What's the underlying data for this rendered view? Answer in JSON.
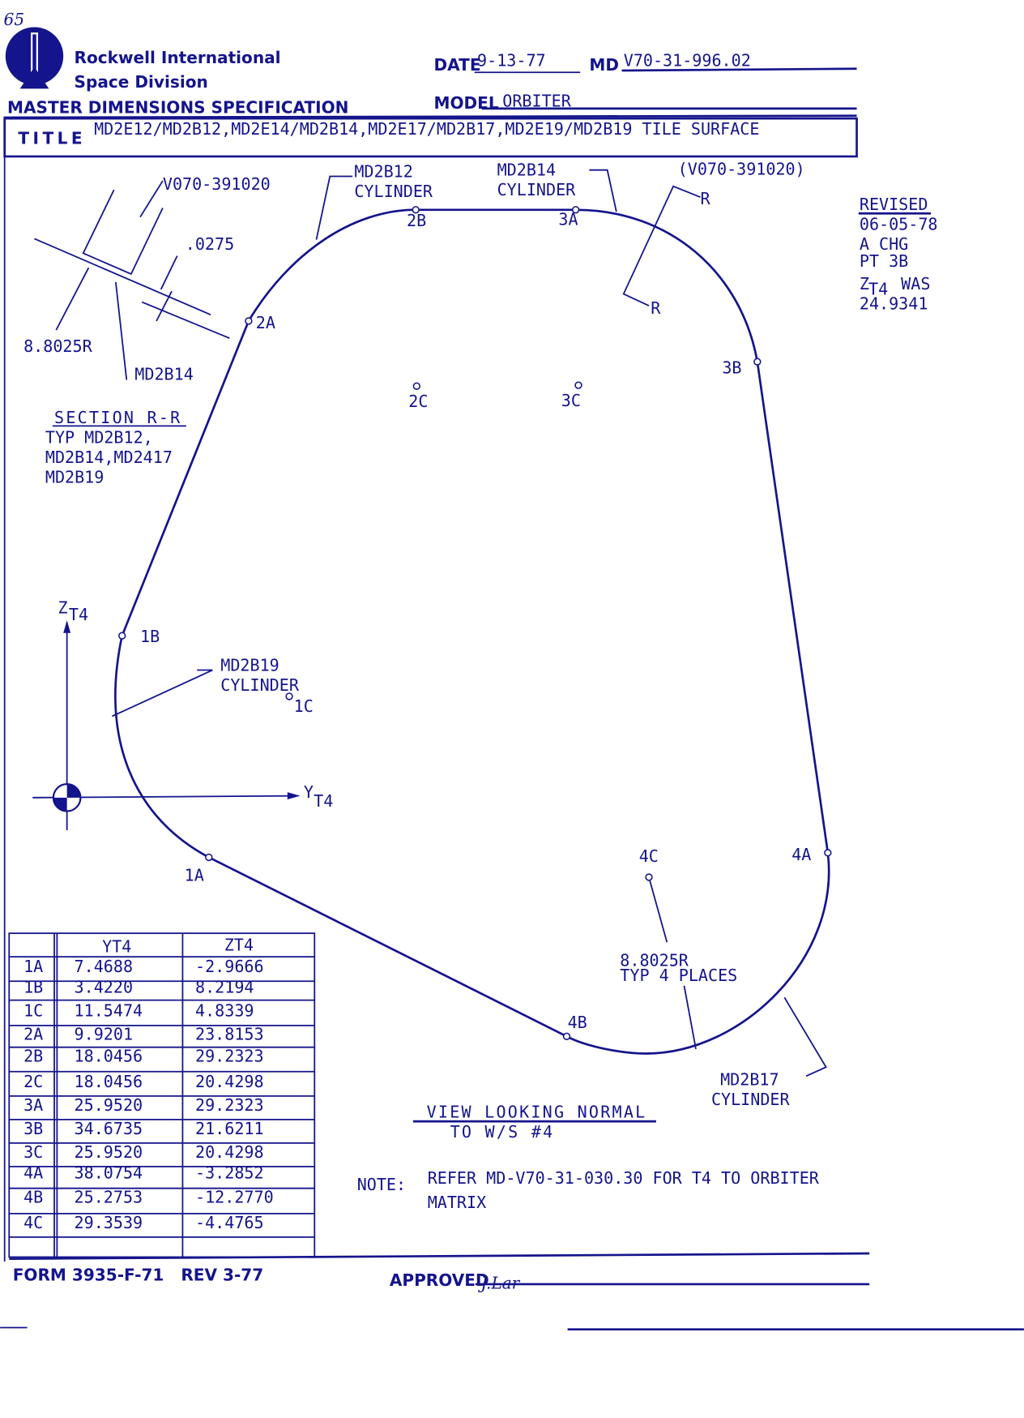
{
  "page_mark": "65",
  "header": {
    "company": "Rockwell International",
    "division": "Space Division",
    "doc_type": "MASTER DIMENSIONS SPECIFICATION",
    "date_label": "DATE",
    "date": "9-13-77",
    "md_label": "MD",
    "md_number": "V70-31-996.02",
    "model_label": "MODEL",
    "model": "ORBITER",
    "title_label": "TITLE",
    "title": "MD2E12/MD2B12,MD2E14/MD2B14,MD2E17/MD2B17,MD2E19/MD2B19 TILE SURFACE"
  },
  "section": {
    "callout_part": "V070-391020",
    "thickness": ".0275",
    "radius": "8.8025R",
    "part": "MD2B14",
    "heading": "SECTION R-R",
    "lines": [
      "TYP MD2B12,",
      "MD2B14,MD2417",
      "MD2B19"
    ]
  },
  "drawing": {
    "labels": {
      "md2b12": "MD2B12",
      "md2b14": "MD2B14",
      "md2b17": "MD2B17",
      "md2b19": "MD2B19",
      "cylinder": "CYLINDER",
      "section_ref": "(V070-391020)",
      "r": "R",
      "radius_typ": "8.8025R",
      "typ_places": "TYP 4 PLACES",
      "z_axis": "Z",
      "y_axis": "Y",
      "axis_sub": "T4"
    },
    "points": [
      "1A",
      "1B",
      "1C",
      "2A",
      "2B",
      "2C",
      "3A",
      "3B",
      "3C",
      "4A",
      "4B",
      "4C"
    ],
    "view_title": "VIEW LOOKING NORMAL",
    "view_sub": "TO W/S #4"
  },
  "revision": {
    "heading": "REVISED",
    "date": "06-05-78",
    "line1": "A CHG",
    "line2": "PT 3B",
    "line3_z": "Z",
    "line3_sub": "T4",
    "line3_rest": "WAS",
    "line4": "24.9341"
  },
  "table": {
    "headers": [
      "",
      "YT4",
      "ZT4"
    ],
    "rows": [
      [
        "1A",
        "7.4688",
        "-2.9666"
      ],
      [
        "1B",
        "3.4220",
        "8.2194"
      ],
      [
        "1C",
        "11.5474",
        "4.8339"
      ],
      [
        "2A",
        "9.9201",
        "23.8153"
      ],
      [
        "2B",
        "18.0456",
        "29.2323"
      ],
      [
        "2C",
        "18.0456",
        "20.4298"
      ],
      [
        "3A",
        "25.9520",
        "29.2323"
      ],
      [
        "3B",
        "34.6735",
        "21.6211"
      ],
      [
        "3C",
        "25.9520",
        "20.4298"
      ],
      [
        "4A",
        "38.0754",
        "-3.2852"
      ],
      [
        "4B",
        "25.2753",
        "-12.2770"
      ],
      [
        "4C",
        "29.3539",
        "-4.4765"
      ]
    ]
  },
  "note": {
    "label": "NOTE:",
    "line1": "REFER MD-V70-31-030.30 FOR T4 TO ORBITER",
    "line2": "MATRIX"
  },
  "footer": {
    "form": "FORM 3935-F-71   REV 3-77",
    "approved_label": "APPROVED",
    "signature": "J.Lar"
  },
  "colors": {
    "ink": "#14148c",
    "paper": "#ffffff"
  }
}
